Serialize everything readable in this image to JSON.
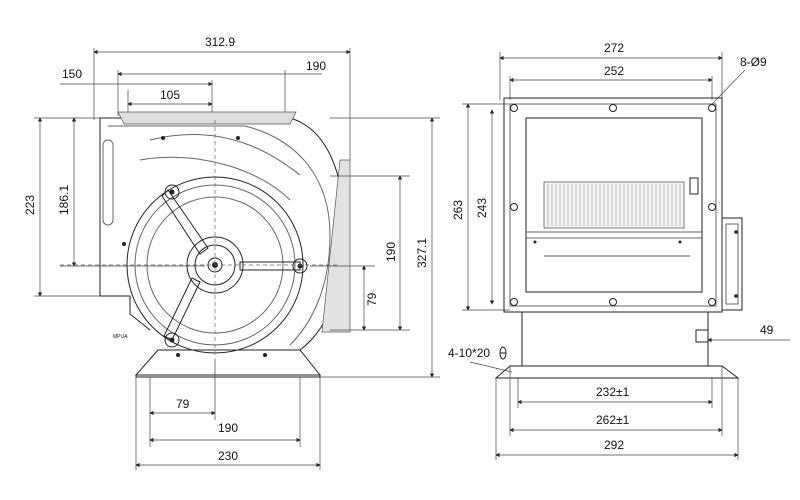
{
  "left_view": {
    "dims": {
      "overall_width": "312.9",
      "d150": "150",
      "d190_top": "190",
      "d105": "105",
      "d223": "223",
      "d186": "186.1",
      "d190_right": "190",
      "d79_right": "79",
      "d327": "327.1",
      "d79_bottom": "79",
      "d190_bottom": "190",
      "d230": "230"
    },
    "small_label": "MPUA"
  },
  "right_view": {
    "dims": {
      "d272": "272",
      "d252": "252",
      "holes": "8-Ø9",
      "d263": "263",
      "d243": "243",
      "d49": "49",
      "slots": "4-10*20",
      "d232": "232±1",
      "d262": "262±1",
      "d292": "292"
    }
  }
}
